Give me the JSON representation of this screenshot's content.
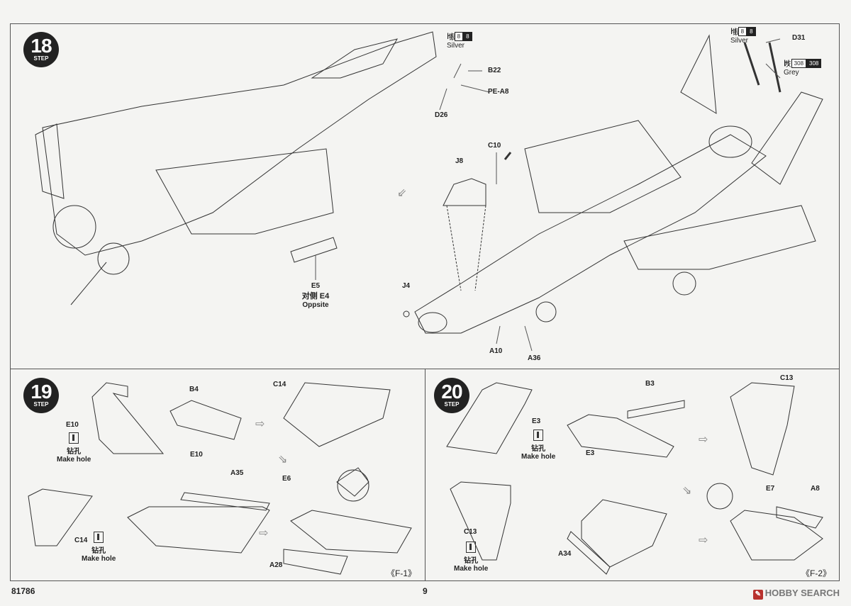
{
  "page": {
    "kit_number": "81786",
    "page_number": "9",
    "watermark": "HOBBY SEARCH"
  },
  "steps": {
    "s18": {
      "number": "18",
      "word": "STEP"
    },
    "s19": {
      "number": "19",
      "word": "STEP"
    },
    "s20": {
      "number": "20",
      "word": "STEP"
    }
  },
  "paints": {
    "silver_a": {
      "prefix": "H",
      "code1": "8",
      "code2": "8",
      "name_cn": "银色",
      "name_en": "Silver"
    },
    "silver_b": {
      "prefix": "H",
      "code1": "8",
      "code2": "8",
      "name_cn": "银色",
      "name_en": "Silver"
    },
    "grey": {
      "prefix": "H",
      "code1": "308",
      "code2": "308",
      "name_cn": "灰色",
      "name_en": "Grey"
    }
  },
  "parts": {
    "b22": "B22",
    "pe_a8": "PE-A8",
    "d26": "D26",
    "d31": "D31",
    "c10": "C10",
    "j8": "J8",
    "j4": "J4",
    "a10": "A10",
    "a36": "A36",
    "e5": "E5",
    "e5_opp_cn": "对侧 E4",
    "e5_opp_en": "Oppsite",
    "b4": "B4",
    "c14_top": "C14",
    "e10_a": "E10",
    "e10_b": "E10",
    "a35": "A35",
    "e6": "E6",
    "c14_b": "C14",
    "a28": "A28",
    "b3": "B3",
    "c13_top": "C13",
    "e3_a": "E3",
    "e3_b": "E3",
    "e7": "E7",
    "a8": "A8",
    "c13_b": "C13",
    "a34": "A34"
  },
  "drill": {
    "s19a": {
      "cn": "钻孔",
      "en": "Make hole"
    },
    "s19b": {
      "cn": "钻孔",
      "en": "Make hole"
    },
    "s20a": {
      "cn": "钻孔",
      "en": "Make hole"
    },
    "s20b": {
      "cn": "钻孔",
      "en": "Make hole"
    }
  },
  "variants": {
    "f1": "《F-1》",
    "f2": "《F-2》"
  }
}
